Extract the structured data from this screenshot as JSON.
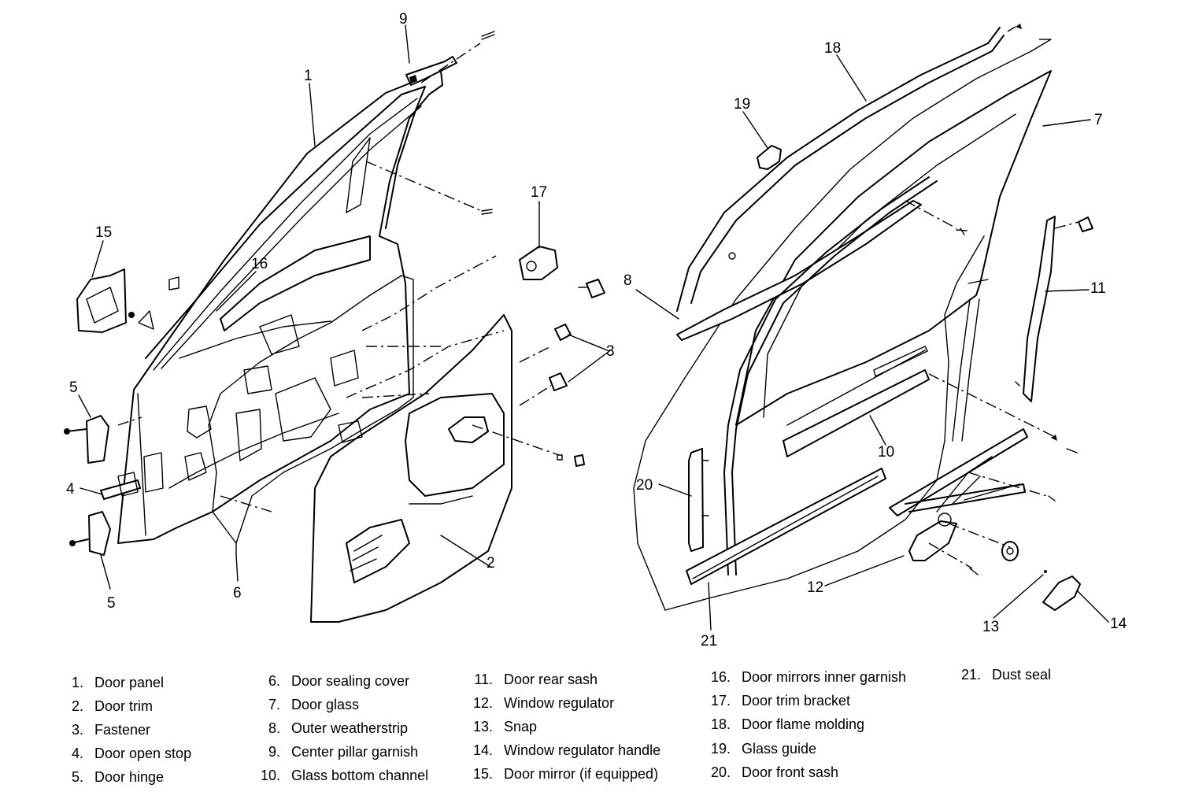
{
  "callouts": [
    "1",
    "2",
    "3",
    "4",
    "5",
    "5",
    "6",
    "7",
    "8",
    "9",
    "10",
    "11",
    "12",
    "13",
    "14",
    "15",
    "16",
    "17",
    "18",
    "19",
    "20",
    "21"
  ],
  "legend": [
    {
      "num": "1.",
      "label": "Door panel"
    },
    {
      "num": "2.",
      "label": "Door trim"
    },
    {
      "num": "3.",
      "label": "Fastener"
    },
    {
      "num": "4.",
      "label": "Door open stop"
    },
    {
      "num": "5.",
      "label": "Door hinge"
    },
    {
      "num": "6.",
      "label": "Door sealing cover"
    },
    {
      "num": "7.",
      "label": "Door glass"
    },
    {
      "num": "8.",
      "label": "Outer weatherstrip"
    },
    {
      "num": "9.",
      "label": "Center pillar garnish"
    },
    {
      "num": "10.",
      "label": "Glass bottom channel"
    },
    {
      "num": "11.",
      "label": "Door rear sash"
    },
    {
      "num": "12.",
      "label": "Window regulator"
    },
    {
      "num": "13.",
      "label": "Snap"
    },
    {
      "num": "14.",
      "label": "Window regulator handle"
    },
    {
      "num": "15.",
      "label": "Door mirror (if equipped)"
    },
    {
      "num": "16.",
      "label": "Door mirrors inner garnish"
    },
    {
      "num": "17.",
      "label": "Door trim bracket"
    },
    {
      "num": "18.",
      "label": "Door flame molding"
    },
    {
      "num": "19.",
      "label": "Glass guide"
    },
    {
      "num": "20.",
      "label": "Door front sash"
    },
    {
      "num": "21.",
      "label": "Dust seal"
    }
  ]
}
